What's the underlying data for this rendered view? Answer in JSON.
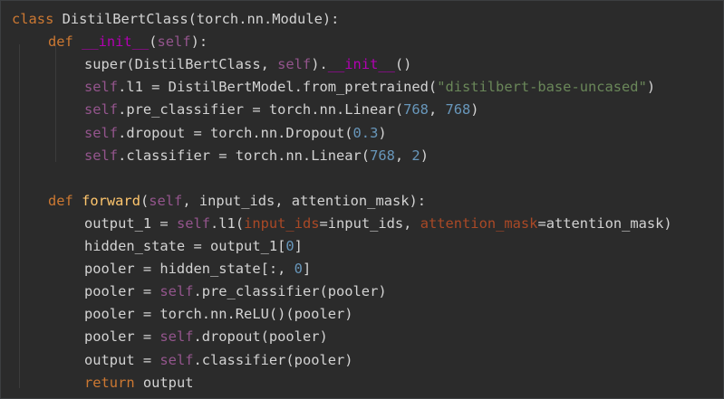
{
  "editor": {
    "language": "python",
    "colors": {
      "background": "#2b2b2b",
      "keyword": "#cc7832",
      "self": "#94558d",
      "dunder": "#b200b2",
      "function_name": "#ffc66d",
      "string": "#6a8759",
      "number": "#6897bb",
      "keyword_argument": "#aa4926",
      "default_text": "#d3d3d3"
    },
    "lines": [
      {
        "indent": 0,
        "tokens": [
          {
            "t": "kw",
            "v": "class"
          },
          {
            "t": "plain",
            "v": " DistilBertClass(torch.nn.Module):"
          }
        ]
      },
      {
        "indent": 1,
        "tokens": [
          {
            "t": "kw",
            "v": "def"
          },
          {
            "t": "plain",
            "v": " "
          },
          {
            "t": "dunder",
            "v": "__init__"
          },
          {
            "t": "plain",
            "v": "("
          },
          {
            "t": "self",
            "v": "self"
          },
          {
            "t": "plain",
            "v": "):"
          }
        ]
      },
      {
        "indent": 2,
        "tokens": [
          {
            "t": "plain",
            "v": "super(DistilBertClass, "
          },
          {
            "t": "self",
            "v": "self"
          },
          {
            "t": "plain",
            "v": ")."
          },
          {
            "t": "dunder",
            "v": "__init__"
          },
          {
            "t": "plain",
            "v": "()"
          }
        ]
      },
      {
        "indent": 2,
        "tokens": [
          {
            "t": "self",
            "v": "self"
          },
          {
            "t": "plain",
            "v": ".l1 = DistilBertModel.from_pretrained("
          },
          {
            "t": "str",
            "v": "\"distilbert-base-uncased\""
          },
          {
            "t": "plain",
            "v": ")"
          }
        ]
      },
      {
        "indent": 2,
        "tokens": [
          {
            "t": "self",
            "v": "self"
          },
          {
            "t": "plain",
            "v": ".pre_classifier = torch.nn.Linear("
          },
          {
            "t": "num",
            "v": "768"
          },
          {
            "t": "plain",
            "v": ", "
          },
          {
            "t": "num",
            "v": "768"
          },
          {
            "t": "plain",
            "v": ")"
          }
        ]
      },
      {
        "indent": 2,
        "tokens": [
          {
            "t": "self",
            "v": "self"
          },
          {
            "t": "plain",
            "v": ".dropout = torch.nn.Dropout("
          },
          {
            "t": "num",
            "v": "0.3"
          },
          {
            "t": "plain",
            "v": ")"
          }
        ]
      },
      {
        "indent": 2,
        "tokens": [
          {
            "t": "self",
            "v": "self"
          },
          {
            "t": "plain",
            "v": ".classifier = torch.nn.Linear("
          },
          {
            "t": "num",
            "v": "768"
          },
          {
            "t": "plain",
            "v": ", "
          },
          {
            "t": "num",
            "v": "2"
          },
          {
            "t": "plain",
            "v": ")"
          }
        ]
      },
      {
        "indent": 0,
        "tokens": []
      },
      {
        "indent": 1,
        "tokens": [
          {
            "t": "kw",
            "v": "def"
          },
          {
            "t": "plain",
            "v": " "
          },
          {
            "t": "fn",
            "v": "forward"
          },
          {
            "t": "plain",
            "v": "("
          },
          {
            "t": "self",
            "v": "self"
          },
          {
            "t": "plain",
            "v": ", input_ids, attention_mask):"
          }
        ]
      },
      {
        "indent": 2,
        "tokens": [
          {
            "t": "plain",
            "v": "output_1 = "
          },
          {
            "t": "self",
            "v": "self"
          },
          {
            "t": "plain",
            "v": ".l1("
          },
          {
            "t": "kwarg",
            "v": "input_ids"
          },
          {
            "t": "plain",
            "v": "=input_ids, "
          },
          {
            "t": "kwarg",
            "v": "attention_mask"
          },
          {
            "t": "plain",
            "v": "=attention_mask)"
          }
        ]
      },
      {
        "indent": 2,
        "tokens": [
          {
            "t": "plain",
            "v": "hidden_state = output_1["
          },
          {
            "t": "num",
            "v": "0"
          },
          {
            "t": "plain",
            "v": "]"
          }
        ]
      },
      {
        "indent": 2,
        "tokens": [
          {
            "t": "plain",
            "v": "pooler = hidden_state[:, "
          },
          {
            "t": "num",
            "v": "0"
          },
          {
            "t": "plain",
            "v": "]"
          }
        ]
      },
      {
        "indent": 2,
        "tokens": [
          {
            "t": "plain",
            "v": "pooler = "
          },
          {
            "t": "self",
            "v": "self"
          },
          {
            "t": "plain",
            "v": ".pre_classifier(pooler)"
          }
        ]
      },
      {
        "indent": 2,
        "tokens": [
          {
            "t": "plain",
            "v": "pooler = torch.nn.ReLU()(pooler)"
          }
        ]
      },
      {
        "indent": 2,
        "tokens": [
          {
            "t": "plain",
            "v": "pooler = "
          },
          {
            "t": "self",
            "v": "self"
          },
          {
            "t": "plain",
            "v": ".dropout(pooler)"
          }
        ]
      },
      {
        "indent": 2,
        "tokens": [
          {
            "t": "plain",
            "v": "output = "
          },
          {
            "t": "self",
            "v": "self"
          },
          {
            "t": "plain",
            "v": ".classifier(pooler)"
          }
        ]
      },
      {
        "indent": 2,
        "tokens": [
          {
            "t": "kw",
            "v": "return"
          },
          {
            "t": "plain",
            "v": " output"
          }
        ]
      }
    ]
  }
}
